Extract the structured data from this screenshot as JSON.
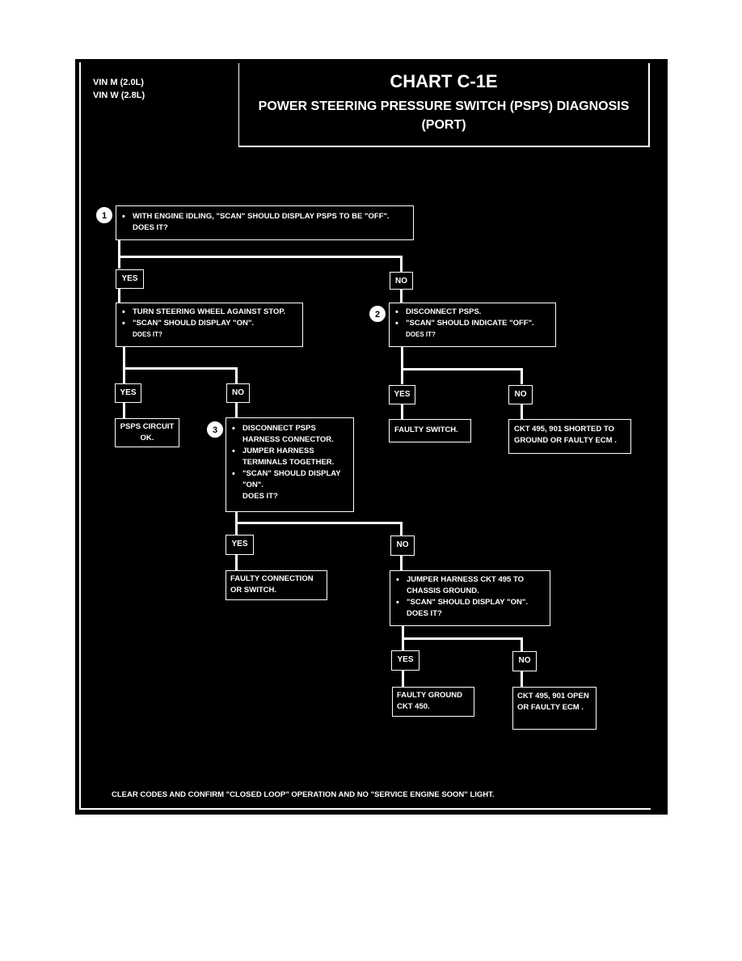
{
  "header": {
    "vin1": "VIN M (2.0L)",
    "vin2": "VIN W (2.8L)",
    "chart_title": "CHART C-1E",
    "subtitle1": "POWER STEERING PRESSURE SWITCH (PSPS) DIAGNOSIS",
    "subtitle2": "(PORT)"
  },
  "nodes": {
    "n1": {
      "marker": "1",
      "lines": [
        "WITH ENGINE IDLING, \"SCAN\" SHOULD DISPLAY PSPS TO BE \"OFF\".",
        "DOES IT?"
      ]
    },
    "n_yes1": {
      "lines": [
        "TURN STEERING WHEEL AGAINST STOP.",
        "\"SCAN\" SHOULD DISPLAY \"ON\".",
        "DOES IT?"
      ]
    },
    "n2": {
      "marker": "2",
      "lines": [
        "DISCONNECT PSPS.",
        "\"SCAN\" SHOULD INDICATE \"OFF\".",
        "DOES IT?"
      ]
    },
    "psps_ok": "PSPS CIRCUIT OK.",
    "n3": {
      "marker": "3",
      "lines": [
        "DISCONNECT PSPS HARNESS CONNECTOR.",
        "JUMPER HARNESS TERMINALS TOGETHER.",
        "\"SCAN\" SHOULD DISPLAY \"ON\".",
        "DOES IT?"
      ]
    },
    "faulty_switch": "FAULTY SWITCH.",
    "ckt_shorted": "CKT 495, 901 SHORTED TO GROUND OR FAULTY ECM .",
    "faulty_connection": "FAULTY CONNECTION OR SWITCH.",
    "n4": {
      "lines": [
        "JUMPER HARNESS CKT 495 TO CHASSIS GROUND.",
        "\"SCAN\" SHOULD DISPLAY \"ON\".",
        "DOES IT?"
      ]
    },
    "faulty_ground": "FAULTY GROUND CKT 450.",
    "ckt_open": "CKT 495, 901 OPEN OR FAULTY ECM ."
  },
  "labels": {
    "yes": "YES",
    "no": "NO"
  },
  "footer": "CLEAR CODES AND CONFIRM \"CLOSED LOOP\" OPERATION AND NO \"SERVICE ENGINE SOON\" LIGHT.",
  "colors": {
    "background": "#000000",
    "foreground": "#ffffff"
  }
}
